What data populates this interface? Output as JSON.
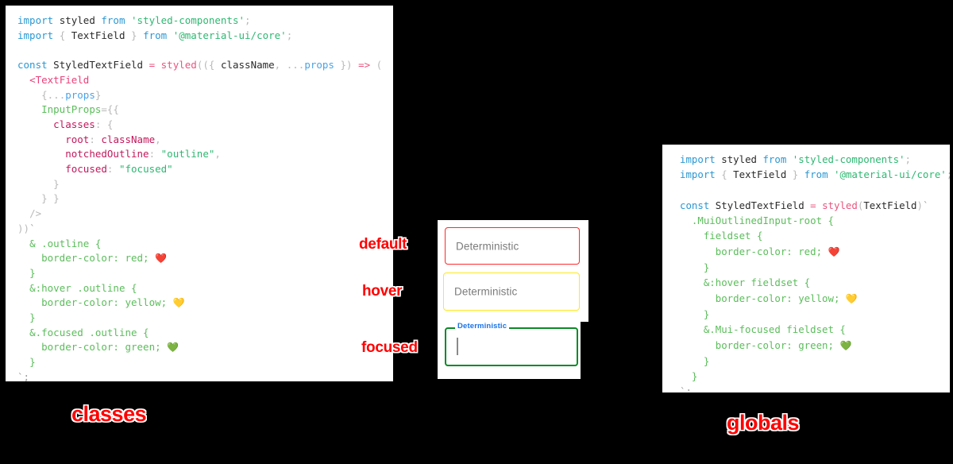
{
  "background_color": "#000000",
  "accent_color": "#ff0000",
  "panels": {
    "classes": {
      "title": "classes",
      "code_lines": [
        {
          "id": 0,
          "tokens": [
            {
              "t": "import",
              "c": "kw"
            },
            {
              "t": " ",
              "c": "sp"
            },
            {
              "t": "styled",
              "c": "plain"
            },
            {
              "t": " ",
              "c": "sp"
            },
            {
              "t": "from",
              "c": "kw"
            },
            {
              "t": " ",
              "c": "sp"
            },
            {
              "t": "'styled-components'",
              "c": "str"
            },
            {
              "t": ";",
              "c": "sem"
            }
          ]
        },
        {
          "id": 1,
          "tokens": [
            {
              "t": "import",
              "c": "kw"
            },
            {
              "t": " ",
              "c": "sp"
            },
            {
              "t": "{",
              "c": "punc"
            },
            {
              "t": " ",
              "c": "sp"
            },
            {
              "t": "TextField",
              "c": "plain"
            },
            {
              "t": " ",
              "c": "sp"
            },
            {
              "t": "}",
              "c": "punc"
            },
            {
              "t": " ",
              "c": "sp"
            },
            {
              "t": "from",
              "c": "kw"
            },
            {
              "t": " ",
              "c": "sp"
            },
            {
              "t": "'@material-ui/core'",
              "c": "str"
            },
            {
              "t": ";",
              "c": "sem"
            }
          ]
        },
        {
          "id": 2,
          "tokens": []
        },
        {
          "id": 3,
          "tokens": [
            {
              "t": "const",
              "c": "kw"
            },
            {
              "t": " ",
              "c": "sp"
            },
            {
              "t": "StyledTextField",
              "c": "plain"
            },
            {
              "t": " ",
              "c": "sp"
            },
            {
              "t": "=",
              "c": "fn"
            },
            {
              "t": " ",
              "c": "sp"
            },
            {
              "t": "styled",
              "c": "fn"
            },
            {
              "t": "((",
              "c": "punc"
            },
            {
              "t": "{",
              "c": "punc"
            },
            {
              "t": " ",
              "c": "sp"
            },
            {
              "t": "className",
              "c": "plain"
            },
            {
              "t": ",",
              "c": "punc"
            },
            {
              "t": " ",
              "c": "sp"
            },
            {
              "t": "...",
              "c": "punc"
            },
            {
              "t": "props",
              "c": "prop"
            },
            {
              "t": " ",
              "c": "sp"
            },
            {
              "t": "})",
              "c": "punc"
            },
            {
              "t": " ",
              "c": "sp"
            },
            {
              "t": "=>",
              "c": "fn"
            },
            {
              "t": " ",
              "c": "sp"
            },
            {
              "t": "(",
              "c": "punc"
            }
          ]
        },
        {
          "id": 4,
          "tokens": [
            {
              "t": "  ",
              "c": "sp"
            },
            {
              "t": "<",
              "c": "tag"
            },
            {
              "t": "TextField",
              "c": "tag"
            }
          ]
        },
        {
          "id": 5,
          "tokens": [
            {
              "t": "    ",
              "c": "sp"
            },
            {
              "t": "{",
              "c": "punc"
            },
            {
              "t": "...",
              "c": "punc"
            },
            {
              "t": "props",
              "c": "prop"
            },
            {
              "t": "}",
              "c": "punc"
            }
          ]
        },
        {
          "id": 6,
          "tokens": [
            {
              "t": "    ",
              "c": "sp"
            },
            {
              "t": "InputProps",
              "c": "attr"
            },
            {
              "t": "=",
              "c": "punc"
            },
            {
              "t": "{{",
              "c": "punc"
            }
          ]
        },
        {
          "id": 7,
          "tokens": [
            {
              "t": "      ",
              "c": "sp"
            },
            {
              "t": "classes",
              "c": "key"
            },
            {
              "t": ":",
              "c": "punc"
            },
            {
              "t": " ",
              "c": "sp"
            },
            {
              "t": "{",
              "c": "punc"
            }
          ]
        },
        {
          "id": 8,
          "tokens": [
            {
              "t": "        ",
              "c": "sp"
            },
            {
              "t": "root",
              "c": "key"
            },
            {
              "t": ":",
              "c": "punc"
            },
            {
              "t": " ",
              "c": "sp"
            },
            {
              "t": "className",
              "c": "key"
            },
            {
              "t": ",",
              "c": "punc"
            }
          ]
        },
        {
          "id": 9,
          "tokens": [
            {
              "t": "        ",
              "c": "sp"
            },
            {
              "t": "notchedOutline",
              "c": "key"
            },
            {
              "t": ":",
              "c": "punc"
            },
            {
              "t": " ",
              "c": "sp"
            },
            {
              "t": "\"outline\"",
              "c": "str"
            },
            {
              "t": ",",
              "c": "punc"
            }
          ]
        },
        {
          "id": 10,
          "tokens": [
            {
              "t": "        ",
              "c": "sp"
            },
            {
              "t": "focused",
              "c": "key"
            },
            {
              "t": ":",
              "c": "punc"
            },
            {
              "t": " ",
              "c": "sp"
            },
            {
              "t": "\"focused\"",
              "c": "str"
            }
          ]
        },
        {
          "id": 11,
          "tokens": [
            {
              "t": "      ",
              "c": "sp"
            },
            {
              "t": "}",
              "c": "punc"
            }
          ]
        },
        {
          "id": 12,
          "tokens": [
            {
              "t": "    ",
              "c": "sp"
            },
            {
              "t": "}",
              "c": "punc"
            },
            {
              "t": " ",
              "c": "sp"
            },
            {
              "t": "}",
              "c": "punc"
            }
          ]
        },
        {
          "id": 13,
          "tokens": [
            {
              "t": "  ",
              "c": "sp"
            },
            {
              "t": "/>",
              "c": "punc"
            }
          ]
        },
        {
          "id": 14,
          "tokens": [
            {
              "t": "))",
              "c": "punc"
            },
            {
              "t": "`",
              "c": "tick"
            }
          ]
        },
        {
          "id": 15,
          "tokens": [
            {
              "t": "  ",
              "c": "sp"
            },
            {
              "t": "& .outline {",
              "c": "css"
            }
          ]
        },
        {
          "id": 16,
          "tokens": [
            {
              "t": "    ",
              "c": "sp"
            },
            {
              "t": "border-color: red;",
              "c": "css"
            },
            {
              "t": " ",
              "c": "sp"
            },
            {
              "t": "❤️",
              "c": "emoji"
            }
          ]
        },
        {
          "id": 17,
          "tokens": [
            {
              "t": "  ",
              "c": "sp"
            },
            {
              "t": "}",
              "c": "css"
            }
          ]
        },
        {
          "id": 18,
          "tokens": [
            {
              "t": "  ",
              "c": "sp"
            },
            {
              "t": "&:hover .outline {",
              "c": "css"
            }
          ]
        },
        {
          "id": 19,
          "tokens": [
            {
              "t": "    ",
              "c": "sp"
            },
            {
              "t": "border-color: yellow;",
              "c": "css"
            },
            {
              "t": " ",
              "c": "sp"
            },
            {
              "t": "💛",
              "c": "emoji"
            }
          ]
        },
        {
          "id": 20,
          "tokens": [
            {
              "t": "  ",
              "c": "sp"
            },
            {
              "t": "}",
              "c": "css"
            }
          ]
        },
        {
          "id": 21,
          "tokens": [
            {
              "t": "  ",
              "c": "sp"
            },
            {
              "t": "&.focused .outline {",
              "c": "css"
            }
          ]
        },
        {
          "id": 22,
          "tokens": [
            {
              "t": "    ",
              "c": "sp"
            },
            {
              "t": "border-color: green;",
              "c": "css"
            },
            {
              "t": " ",
              "c": "sp"
            },
            {
              "t": "💚",
              "c": "emoji"
            }
          ]
        },
        {
          "id": 23,
          "tokens": [
            {
              "t": "  ",
              "c": "sp"
            },
            {
              "t": "}",
              "c": "css"
            }
          ]
        },
        {
          "id": 24,
          "tokens": [
            {
              "t": "`;",
              "c": "tick"
            }
          ]
        }
      ]
    },
    "globals": {
      "title": "globals",
      "code_lines": [
        {
          "id": 0,
          "tokens": [
            {
              "t": "import",
              "c": "kw"
            },
            {
              "t": " ",
              "c": "sp"
            },
            {
              "t": "styled",
              "c": "plain"
            },
            {
              "t": " ",
              "c": "sp"
            },
            {
              "t": "from",
              "c": "kw"
            },
            {
              "t": " ",
              "c": "sp"
            },
            {
              "t": "'styled-components'",
              "c": "str"
            },
            {
              "t": ";",
              "c": "sem"
            }
          ]
        },
        {
          "id": 1,
          "tokens": [
            {
              "t": "import",
              "c": "kw"
            },
            {
              "t": " ",
              "c": "sp"
            },
            {
              "t": "{",
              "c": "punc"
            },
            {
              "t": " ",
              "c": "sp"
            },
            {
              "t": "TextField",
              "c": "plain"
            },
            {
              "t": " ",
              "c": "sp"
            },
            {
              "t": "}",
              "c": "punc"
            },
            {
              "t": " ",
              "c": "sp"
            },
            {
              "t": "from",
              "c": "kw"
            },
            {
              "t": " ",
              "c": "sp"
            },
            {
              "t": "'@material-ui/core'",
              "c": "str"
            },
            {
              "t": ";",
              "c": "sem"
            }
          ]
        },
        {
          "id": 2,
          "tokens": []
        },
        {
          "id": 3,
          "tokens": [
            {
              "t": "const",
              "c": "kw"
            },
            {
              "t": " ",
              "c": "sp"
            },
            {
              "t": "StyledTextField",
              "c": "plain"
            },
            {
              "t": " ",
              "c": "sp"
            },
            {
              "t": "=",
              "c": "fn"
            },
            {
              "t": " ",
              "c": "sp"
            },
            {
              "t": "styled",
              "c": "fn"
            },
            {
              "t": "(",
              "c": "punc"
            },
            {
              "t": "TextField",
              "c": "plain"
            },
            {
              "t": ")",
              "c": "punc"
            },
            {
              "t": "`",
              "c": "tick"
            }
          ]
        },
        {
          "id": 4,
          "tokens": [
            {
              "t": "  ",
              "c": "sp"
            },
            {
              "t": ".MuiOutlinedInput-root {",
              "c": "css"
            }
          ]
        },
        {
          "id": 5,
          "tokens": [
            {
              "t": "    ",
              "c": "sp"
            },
            {
              "t": "fieldset {",
              "c": "css"
            }
          ]
        },
        {
          "id": 6,
          "tokens": [
            {
              "t": "      ",
              "c": "sp"
            },
            {
              "t": "border-color: red;",
              "c": "css"
            },
            {
              "t": " ",
              "c": "sp"
            },
            {
              "t": "❤️",
              "c": "emoji"
            }
          ]
        },
        {
          "id": 7,
          "tokens": [
            {
              "t": "    ",
              "c": "sp"
            },
            {
              "t": "}",
              "c": "css"
            }
          ]
        },
        {
          "id": 8,
          "tokens": [
            {
              "t": "    ",
              "c": "sp"
            },
            {
              "t": "&:hover fieldset {",
              "c": "css"
            }
          ]
        },
        {
          "id": 9,
          "tokens": [
            {
              "t": "      ",
              "c": "sp"
            },
            {
              "t": "border-color: yellow;",
              "c": "css"
            },
            {
              "t": " ",
              "c": "sp"
            },
            {
              "t": "💛",
              "c": "emoji"
            }
          ]
        },
        {
          "id": 10,
          "tokens": [
            {
              "t": "    ",
              "c": "sp"
            },
            {
              "t": "}",
              "c": "css"
            }
          ]
        },
        {
          "id": 11,
          "tokens": [
            {
              "t": "    ",
              "c": "sp"
            },
            {
              "t": "&.Mui-focused fieldset {",
              "c": "css"
            }
          ]
        },
        {
          "id": 12,
          "tokens": [
            {
              "t": "      ",
              "c": "sp"
            },
            {
              "t": "border-color: green;",
              "c": "css"
            },
            {
              "t": " ",
              "c": "sp"
            },
            {
              "t": "💚",
              "c": "emoji"
            }
          ]
        },
        {
          "id": 13,
          "tokens": [
            {
              "t": "    ",
              "c": "sp"
            },
            {
              "t": "}",
              "c": "css"
            }
          ]
        },
        {
          "id": 14,
          "tokens": [
            {
              "t": "  ",
              "c": "sp"
            },
            {
              "t": "}",
              "c": "css"
            }
          ]
        },
        {
          "id": 15,
          "tokens": [
            {
              "t": "`;",
              "c": "tick"
            }
          ]
        }
      ]
    }
  },
  "preview": {
    "annotations": {
      "default": "default",
      "hover": "hover",
      "focused": "focused"
    },
    "fields": [
      {
        "state": "default",
        "value": "Deterministic",
        "border_color": "#ff2a2a",
        "label_shown": false
      },
      {
        "state": "hover",
        "value": "Deterministic",
        "border_color": "#ffe81c",
        "label_shown": false
      },
      {
        "state": "focused",
        "value": "",
        "floating_label": "Deterministic",
        "label_color": "#1a73e8",
        "border_color": "#0b8a26",
        "label_shown": true
      }
    ]
  }
}
